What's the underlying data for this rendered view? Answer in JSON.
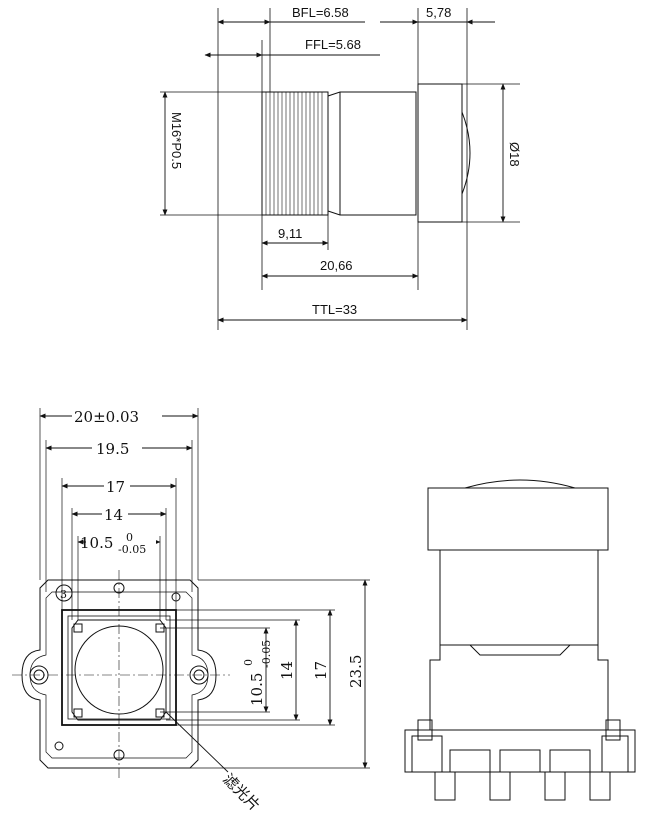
{
  "top": {
    "bfl": "BFL=6.58",
    "ffl": "FFL=5.68",
    "front": "5,78",
    "thread": "M16*P0.5",
    "diameter": "Ø18",
    "d1": "9,11",
    "d2": "20,66",
    "ttl": "TTL=33"
  },
  "holder": {
    "w_outer": "20±0.03",
    "w_inner": "19.5",
    "w17": "17",
    "w14": "14",
    "w10": "10.5",
    "tol_up": "0",
    "tol_dn": "-0.05",
    "h10": "10.5",
    "h14": "14",
    "h17": "17",
    "h23": "23.5",
    "circled": "3",
    "filter_label": "滤光片"
  }
}
